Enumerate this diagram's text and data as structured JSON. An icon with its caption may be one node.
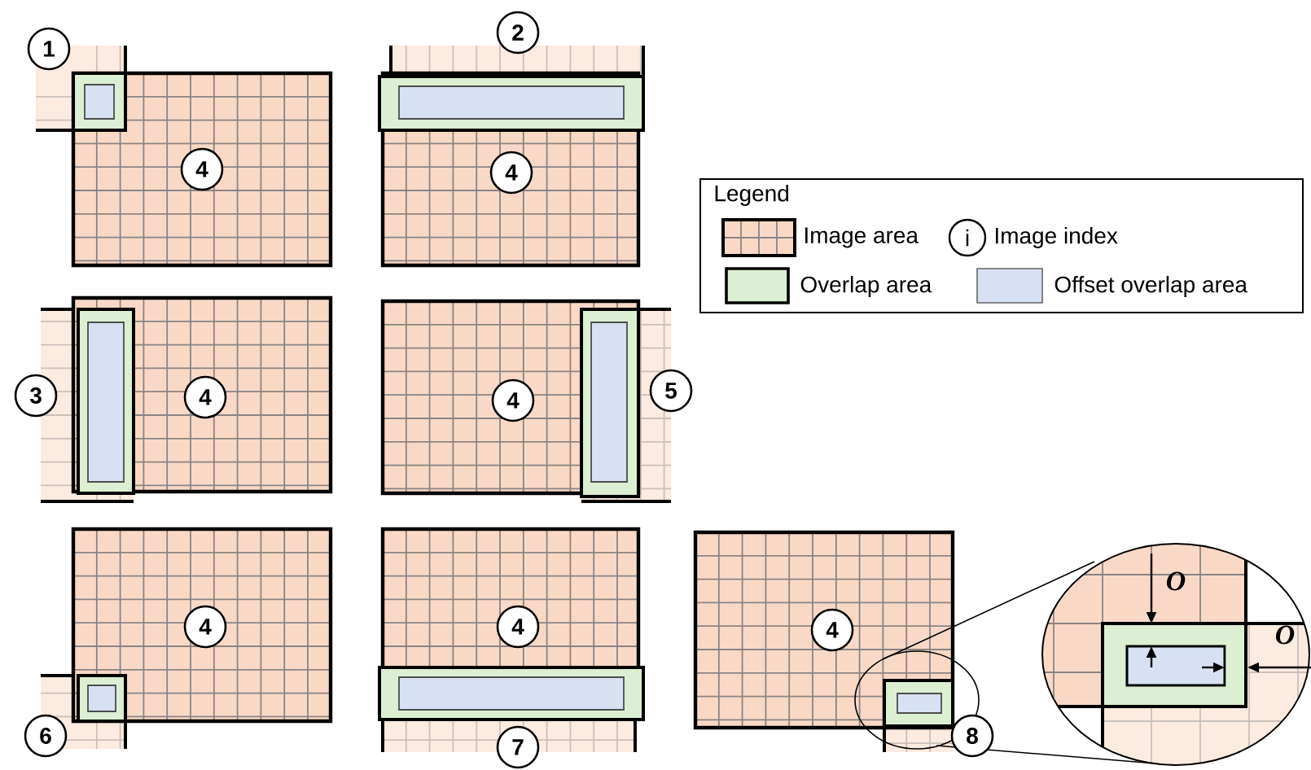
{
  "diagram": {
    "labels": [
      "1",
      "2",
      "4",
      "4",
      "Legend",
      "i",
      "3",
      "4",
      "4",
      "5",
      "4",
      "4",
      "4",
      "O",
      "O",
      "6",
      "7",
      "8"
    ],
    "legend": [
      {
        "text": "Image area"
      },
      {
        "text": "Image index"
      },
      {
        "text": "Overlap area",
        "color": "#dcefd3"
      },
      {
        "text": "Offset overlap area",
        "color": "#d7e1f2"
      }
    ]
  }
}
